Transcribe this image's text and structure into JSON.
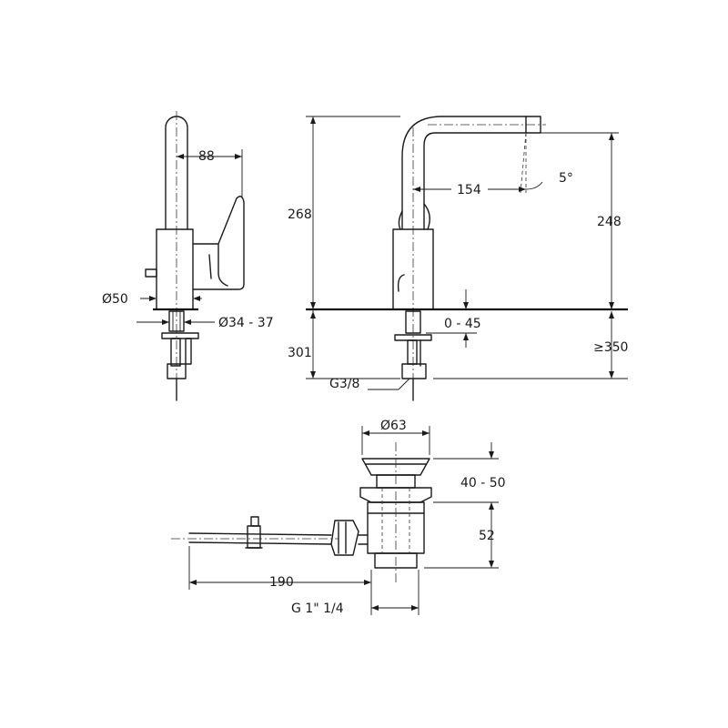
{
  "side_view": {
    "dim_spout_offset": "88",
    "dim_body_diameter": "Ø50",
    "dim_hole_diameter": "Ø34 - 37"
  },
  "front_view": {
    "dim_total_height": "268",
    "dim_spout_reach": "154",
    "dim_spout_angle": "5°",
    "dim_spout_height": "248",
    "dim_below_counter": "301",
    "dim_deck_thickness": "0 - 45",
    "dim_hose_length": "≥350",
    "dim_connection_thread": "G3/8"
  },
  "waste_view": {
    "dim_plug_diameter": "Ø63",
    "dim_plug_adjust": "40 - 50",
    "dim_body_height": "52",
    "dim_rod_length": "190",
    "dim_waste_thread": "G 1\" 1/4"
  }
}
